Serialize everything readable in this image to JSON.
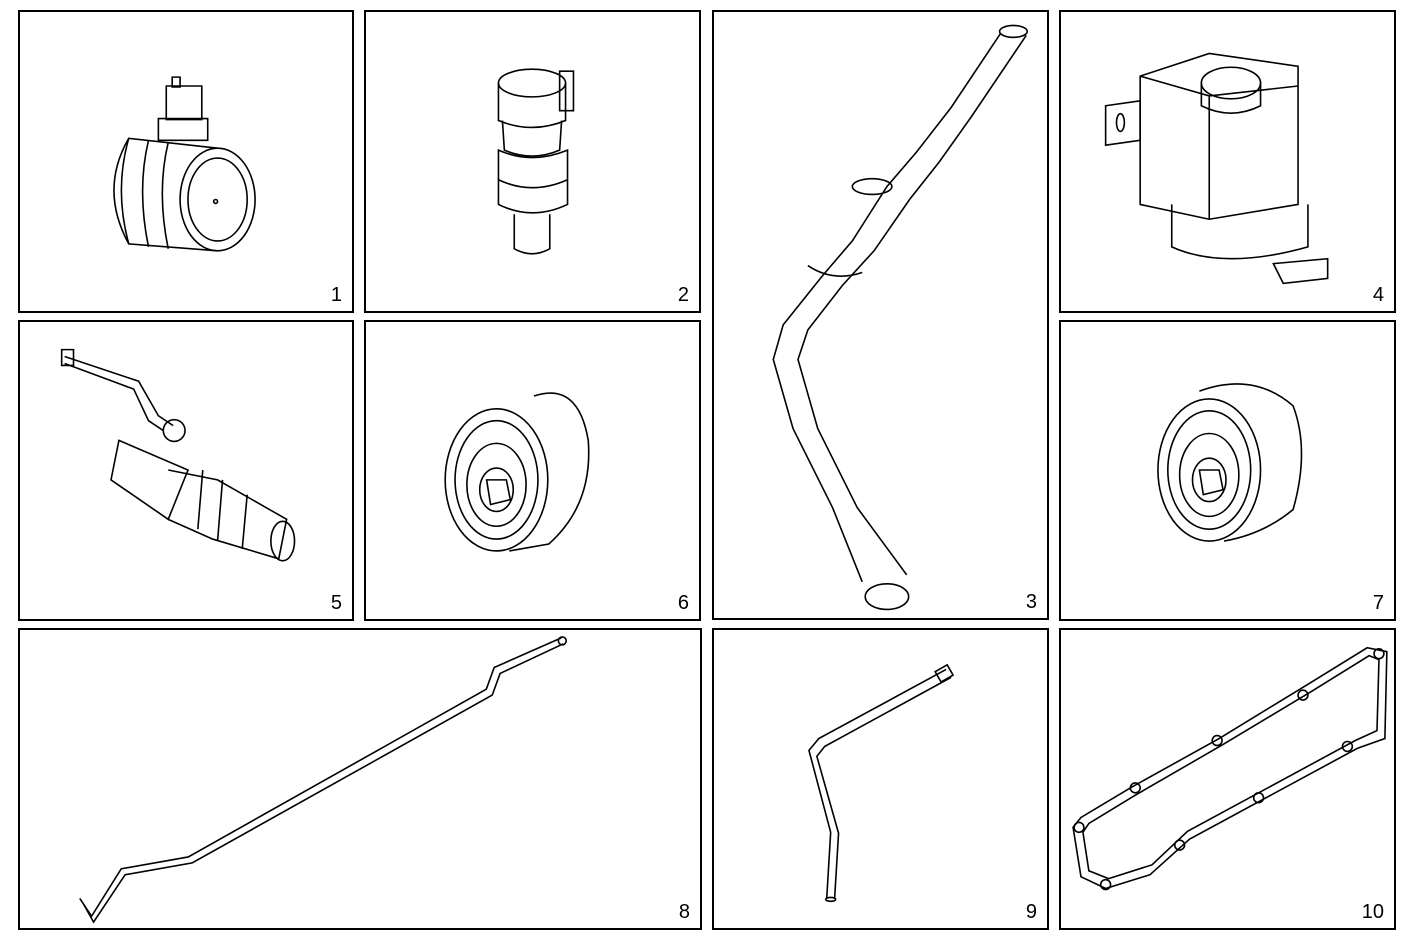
{
  "colors": {
    "line": "#000000",
    "background": "#ffffff"
  },
  "panels": [
    {
      "number": "1",
      "part": "air-mass-sensor-icon"
    },
    {
      "number": "2",
      "part": "pressure-switch-icon"
    },
    {
      "number": "3",
      "part": "hose-icon"
    },
    {
      "number": "4",
      "part": "valve-actuator-icon"
    },
    {
      "number": "5",
      "part": "ball-valve-icon"
    },
    {
      "number": "6",
      "part": "pulley-icon"
    },
    {
      "number": "7",
      "part": "pulley-icon"
    },
    {
      "number": "8",
      "part": "rod-icon"
    },
    {
      "number": "9",
      "part": "pipe-icon"
    },
    {
      "number": "10",
      "part": "gasket-icon"
    }
  ]
}
